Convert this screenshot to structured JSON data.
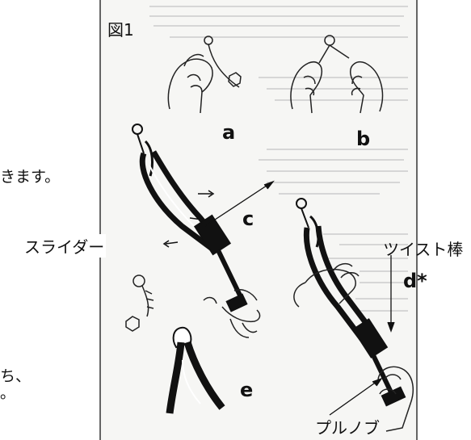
{
  "figure": {
    "title": "図1",
    "panel_labels": {
      "a": "a",
      "b": "b",
      "c": "c",
      "d": "d*",
      "e": "e"
    },
    "callouts": {
      "slider": "スライダー",
      "twist_rod": "ツイスト棒",
      "pull_knob": "プルノブ"
    }
  },
  "page_text_fragments": {
    "line1": "きます。",
    "line2": "ち、",
    "line3": "。"
  },
  "colors": {
    "ink": "#111111",
    "paper": "#ffffff",
    "scan_paper": "#f6f6f4",
    "faint_text": "#c9c9c9"
  }
}
